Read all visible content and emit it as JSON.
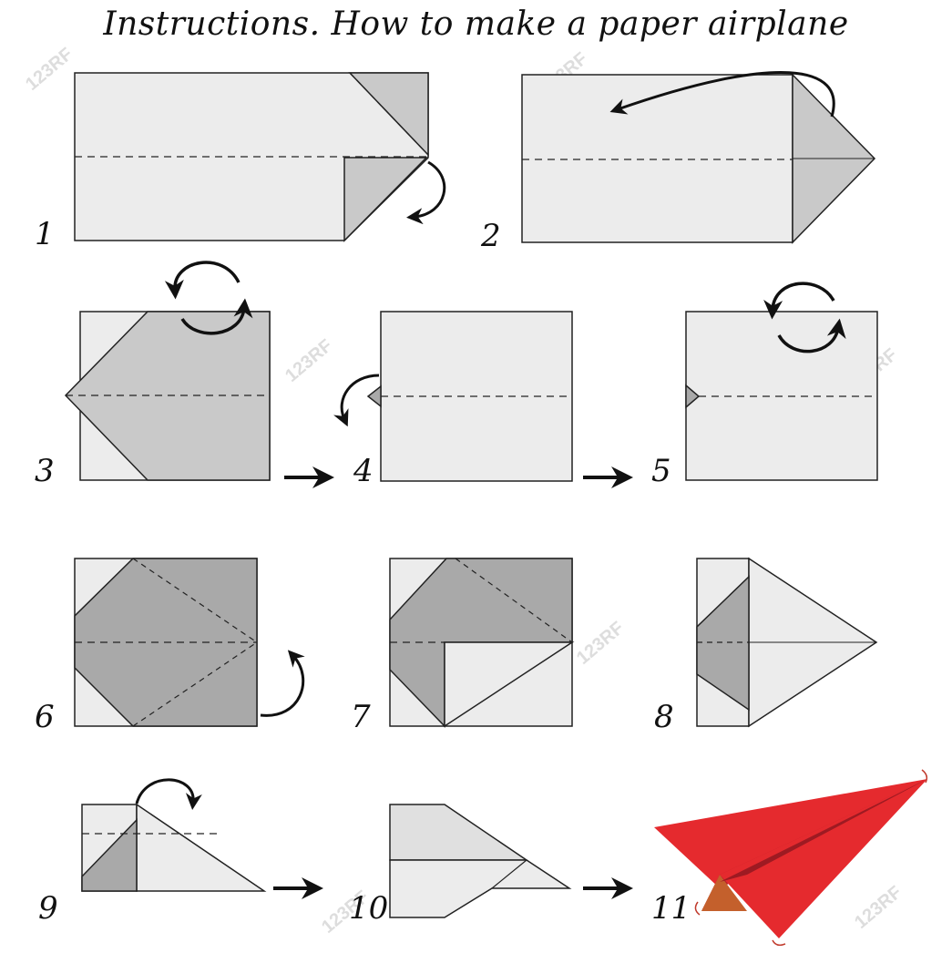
{
  "title": "Instructions. How to make a paper airplane",
  "steps": [
    "1",
    "2",
    "3",
    "4",
    "5",
    "6",
    "7",
    "8",
    "9",
    "10",
    "11"
  ],
  "watermark": "123RF",
  "colors": {
    "paper_light": "#ececec",
    "paper_mid": "#c9c9c9",
    "paper_dark": "#a9a9a9",
    "outline": "#222222",
    "plane_red": "#e52a2e",
    "plane_dark": "#b8202a",
    "plane_orange": "#c4602c"
  }
}
